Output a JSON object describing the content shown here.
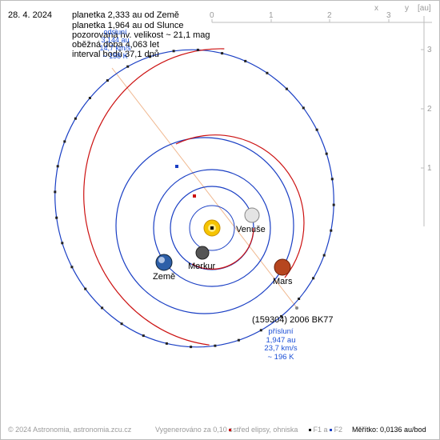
{
  "date": "28. 4. 2024",
  "info": {
    "line1": "planetka 2,333 au od Země",
    "line2": "planetka 1,964 au od Slunce",
    "line3": "pozorovaná hv. velikost ~ 21,1 mag",
    "line4": "oběžná doba 4,063 let",
    "line5": "interval bodů 37,1 dnů"
  },
  "aphelion": {
    "title": "odsluní",
    "dist": "3,144 au",
    "speed": "14,7 km/s",
    "temp": "~ 158 K"
  },
  "perihelion": {
    "title": "přísluní",
    "dist": "1,947 au",
    "speed": "23,7 km/s",
    "temp": "~ 196 K"
  },
  "asteroid_name": "(159304) 2006 BK77",
  "planets": {
    "mercury": "Merkur",
    "venus": "Venuše",
    "earth": "Země",
    "mars": "Mars"
  },
  "axes": {
    "unit": "[au]",
    "x_label": "x",
    "y_label": "y",
    "x_ticks": [
      "0",
      "1",
      "2",
      "3"
    ],
    "y_ticks": [
      "3",
      "2",
      "1"
    ]
  },
  "footer": {
    "copyright": "© 2024 Astronomia, astronomia.zcu.cz",
    "generated": "Vygenerováno za 0,10 s",
    "legend_center": "střed elipsy, ohniska",
    "legend_f1": "F1 a",
    "legend_f2": "F2",
    "scale_label": "Měřítko",
    "scale_value": ": 0,0136 au/bod"
  },
  "colors": {
    "orbit_red": "#cc1111",
    "orbit_blue": "#1a3fc4",
    "axis": "#bdbdbd",
    "apsis_line": "#f0b890",
    "sun": "#f5c400"
  }
}
